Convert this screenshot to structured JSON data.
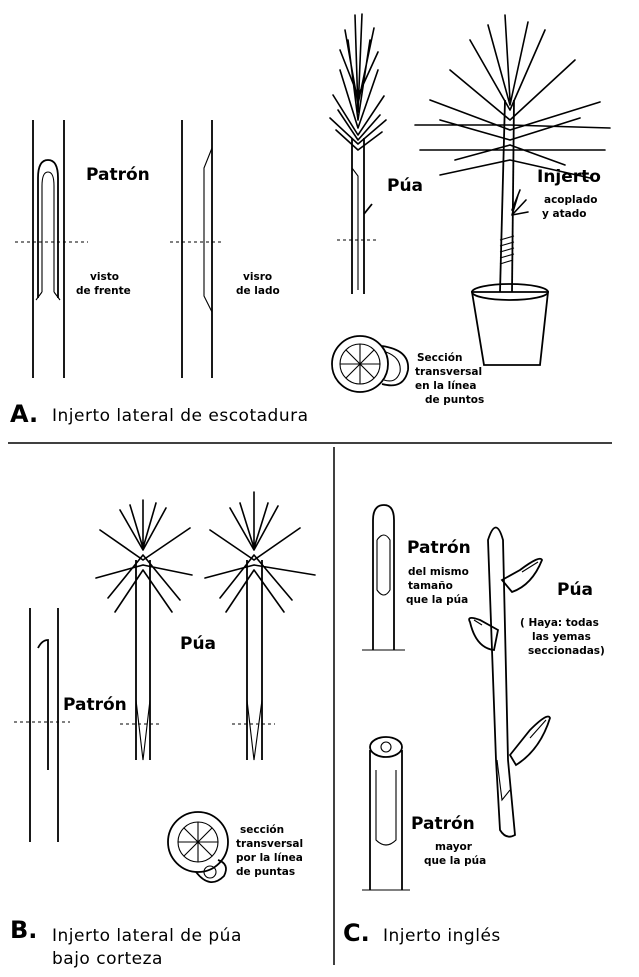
{
  "panel_a": {
    "letter": "A.",
    "title": "Injerto lateral de escotadura",
    "rootstock_label": "Patrón",
    "front_view_line1": "visto",
    "front_view_line2": "de frente",
    "side_view_line1": "visro",
    "side_view_line2": "de lado",
    "scion_label": "Púa",
    "graft_label": "Injerto",
    "graft_note_line1": "acoplado",
    "graft_note_line2": "y atado",
    "section_line1": "Sección",
    "section_line2": "transversal",
    "section_line3": "en la línea",
    "section_line4": "de puntos"
  },
  "panel_b": {
    "letter": "B.",
    "title_line1": "Injerto lateral de púa",
    "title_line2": "bajo corteza",
    "scion_label": "Púa",
    "rootstock_label": "Patrón",
    "section_line1": "sección",
    "section_line2": "transversal",
    "section_line3": "por la línea",
    "section_line4": "de puntas"
  },
  "panel_c": {
    "letter": "C.",
    "title": "Injerto inglés",
    "rootstock1_label": "Patrón",
    "rootstock1_note_line1": "del mismo",
    "rootstock1_note_line2": "tamaño",
    "rootstock1_note_line3": "que la púa",
    "scion_label": "Púa",
    "scion_note_line1": "( Haya: todas",
    "scion_note_line2": "las yemas",
    "scion_note_line3": "seccionadas)",
    "rootstock2_label": "Patrón",
    "rootstock2_note_line1": "mayor",
    "rootstock2_note_line2": "que la púa"
  },
  "colors": {
    "ink": "#000000",
    "paper": "#ffffff"
  }
}
